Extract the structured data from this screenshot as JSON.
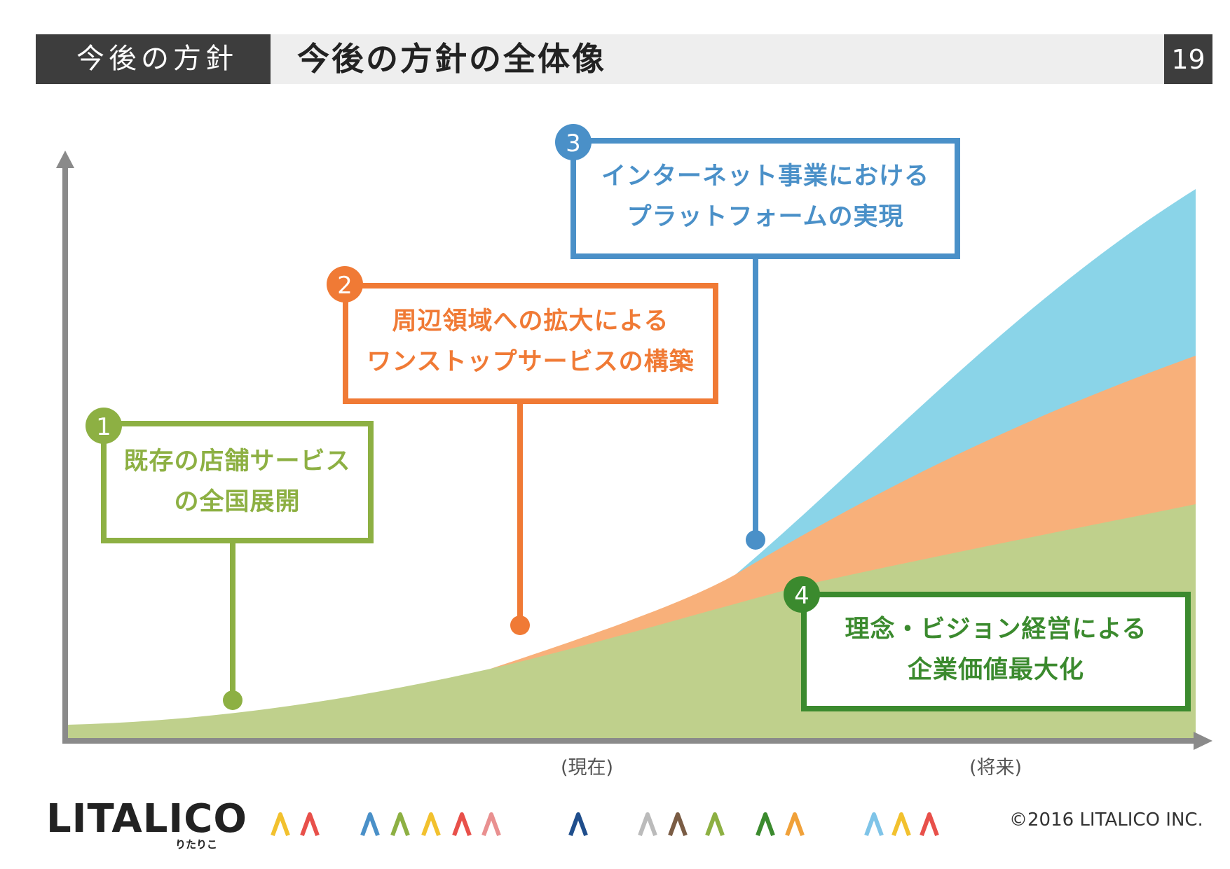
{
  "header": {
    "section_label": "今後の方針",
    "title": "今後の方針の全体像",
    "page_number": "19"
  },
  "boxes": [
    {
      "number": "1",
      "line1": "既存の店舗サービス",
      "line2": "の全国展開",
      "color": "#8db043"
    },
    {
      "number": "2",
      "line1": "周辺領域への拡大による",
      "line2": "ワンストップサービスの構築",
      "color": "#f07a35"
    },
    {
      "number": "3",
      "line1": "インターネット事業における",
      "line2": "プラットフォームの実現",
      "color": "#4a90c8"
    },
    {
      "number": "4",
      "line1": "理念・ビジョン経営による",
      "line2": "企業価値最大化",
      "color": "#3b8a2e"
    }
  ],
  "axis": {
    "present_label": "(現在)",
    "future_label": "(将来)"
  },
  "areas": {
    "green": "#bfd08c",
    "orange": "#f8b07a",
    "blue": "#8ad4e8"
  },
  "footer": {
    "logo": "LITALICO",
    "logo_sub": "りたりこ",
    "copyright": "©2016 LITALICO INC."
  },
  "people_icon_colors": [
    "#f2c12e",
    "#e8504a",
    "#4a90c8",
    "#8db043",
    "#f2c12e",
    "#e8504a",
    "#e99090",
    "#1f4e8c",
    "#bbbbbb",
    "#7a5c44",
    "#8db043",
    "#3b8a2e",
    "#f0a13a",
    "#7fc4e8",
    "#f2c12e",
    "#e8504a"
  ]
}
